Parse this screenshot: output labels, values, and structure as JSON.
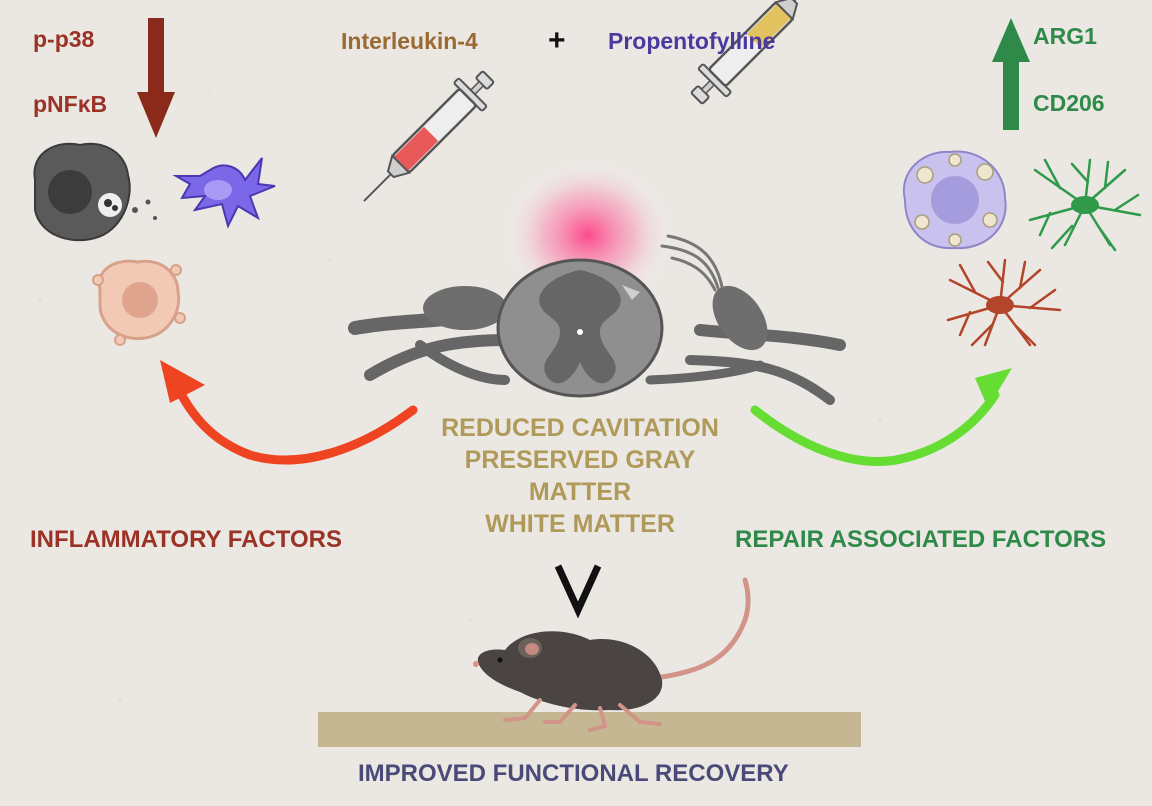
{
  "treatment": {
    "drug_a": "Interleukin-4",
    "plus": "+",
    "drug_b": "Propentofylline"
  },
  "inflammatory": {
    "markers": [
      "p-p38",
      "pNFκB"
    ],
    "direction": "down",
    "label": "INFLAMMATORY FACTORS"
  },
  "repair": {
    "markers": [
      "ARG1",
      "CD206"
    ],
    "direction": "up",
    "label": "REPAIR ASSOCIATED FACTORS"
  },
  "outcomes": [
    "REDUCED CAVITATION",
    "PRESERVED GRAY",
    "MATTER",
    "WHITE MATTER"
  ],
  "result": {
    "label": "IMPROVED FUNCTIONAL RECOVERY"
  },
  "colors": {
    "inflammatory_text": "#9a3226",
    "inflammatory_arrow": "#ee4422",
    "repair_text": "#2f8a4a",
    "repair_arrow": "#66dd33",
    "drug_a_text": "#9a6a32",
    "drug_b_text": "#4a3aa0",
    "outcome_text": "#b09a5a",
    "result_text": "#4a4a78"
  }
}
